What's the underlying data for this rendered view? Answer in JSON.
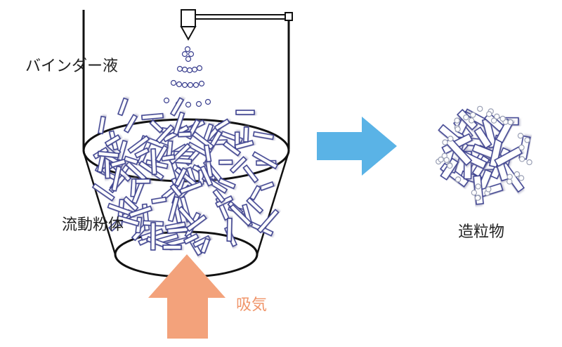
{
  "labels": {
    "binder_liquid": "バインダー液",
    "fluidized_powder": "流動粉体",
    "granule": "造粒物",
    "air_intake": "吸気"
  },
  "colors": {
    "outline": "#111111",
    "particle_stroke": "#3a3f8f",
    "particle_fill": "#ffffff",
    "process_arrow": "#5ab3e6",
    "intake_arrow": "#f3a27b",
    "intake_text": "#f0956a"
  },
  "icons": {
    "process_arrow": "arrow-right-icon",
    "intake_arrow": "arrow-up-icon",
    "spray_nozzle": "nozzle-icon"
  }
}
